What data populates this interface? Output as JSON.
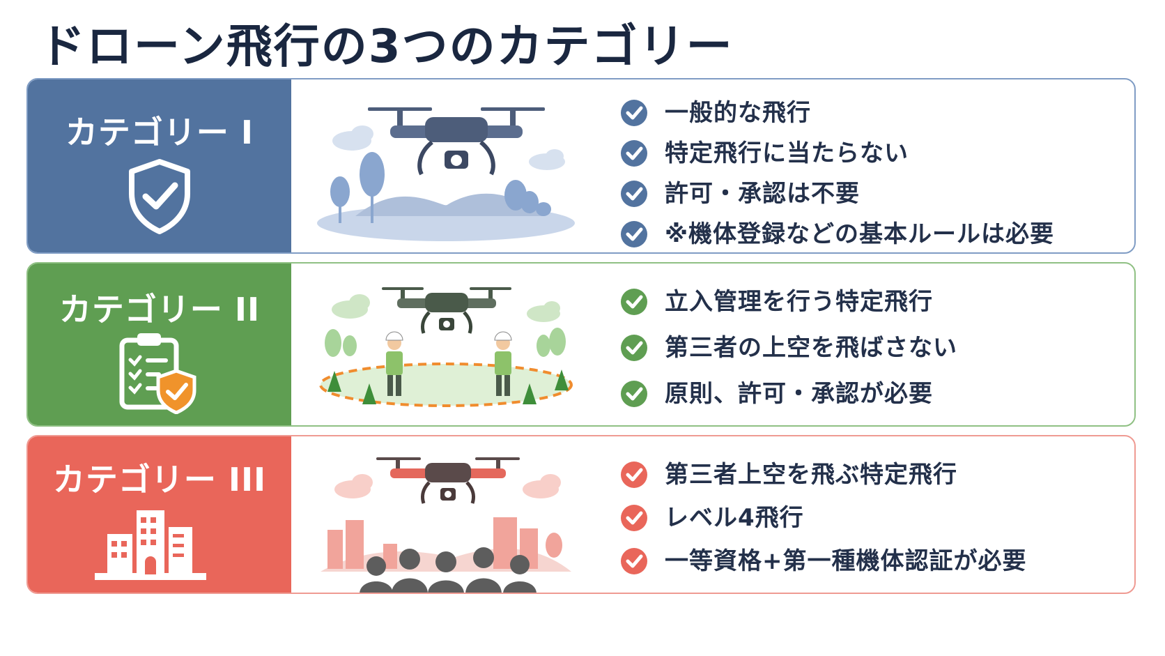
{
  "title": "ドローン飛行の3つのカテゴリー",
  "colors": {
    "cat1": "#52739f",
    "cat2": "#5f9e52",
    "cat3": "#e9665a",
    "text": "#1e2b40"
  },
  "categories": [
    {
      "label": "カテゴリー I",
      "icon": "shield-check-icon",
      "items": [
        "一般的な飛行",
        "特定飛行に当たらない",
        "許可・承認は不要",
        "※機体登録などの基本ルールは必要"
      ]
    },
    {
      "label": "カテゴリー II",
      "icon": "clipboard-shield-icon",
      "items": [
        "立入管理を行う特定飛行",
        "第三者の上空を飛ばさない",
        "原則、許可・承認が必要"
      ]
    },
    {
      "label": "カテゴリー III",
      "icon": "buildings-icon",
      "items": [
        "第三者上空を飛ぶ特定飛行",
        "レベル4飛行",
        "一等資格+第一種機体認証が必要"
      ]
    }
  ]
}
